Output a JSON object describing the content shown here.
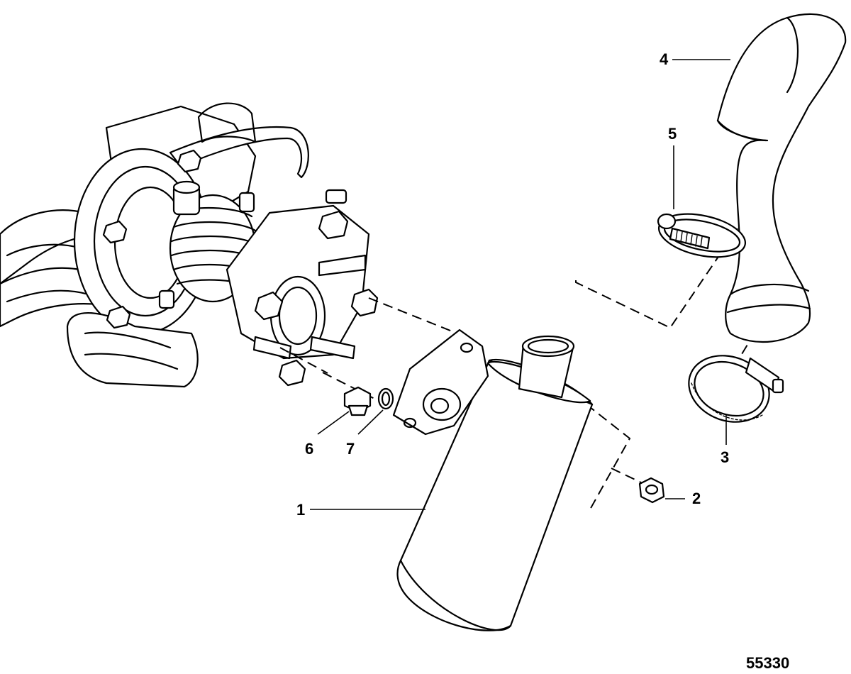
{
  "callouts": [
    {
      "id": "1",
      "label": "1"
    },
    {
      "id": "2",
      "label": "2"
    },
    {
      "id": "3",
      "label": "3"
    },
    {
      "id": "4",
      "label": "4"
    },
    {
      "id": "5",
      "label": "5"
    },
    {
      "id": "6",
      "label": "6"
    },
    {
      "id": "7",
      "label": "7"
    }
  ],
  "figure_number": "55330",
  "icons": [
    "turbocharger-assembly-icon",
    "exhaust-elbow-icon",
    "hose-icon",
    "hose-clamp-icon",
    "nut-icon",
    "plug-icon",
    "o-ring-icon"
  ]
}
